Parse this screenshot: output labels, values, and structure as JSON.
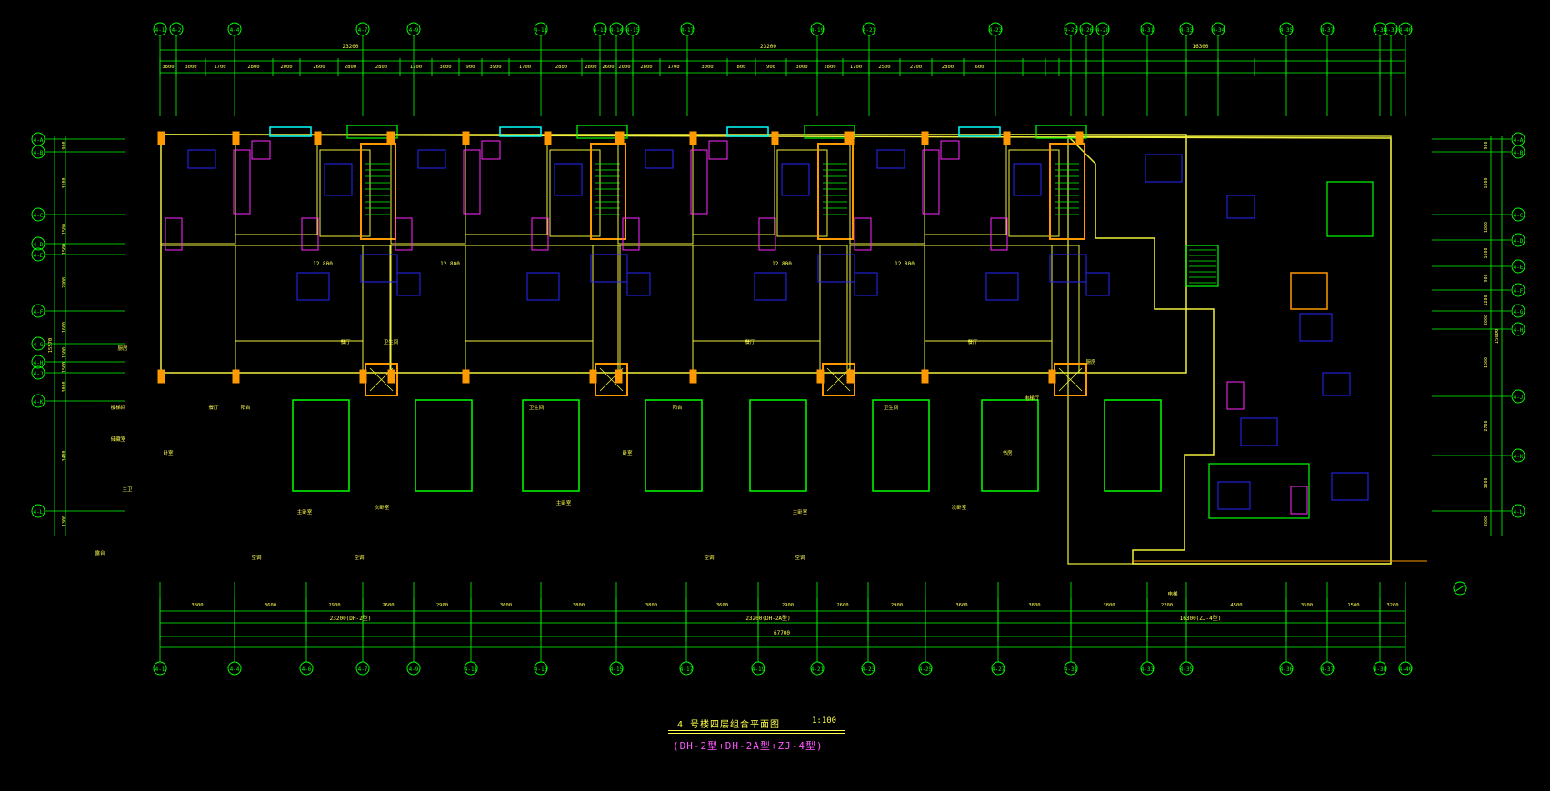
{
  "drawing": {
    "title": "4 号楼四层组合平面图",
    "scale": "1:100",
    "subtitle": "(DH-2型+DH-2A型+ZJ-4型)",
    "colors": {
      "background": "#000000",
      "axis": "#00ff00",
      "walls": "#f0f03c",
      "furniture": "#2828ff",
      "fixtures": "#ff28ff",
      "windows": "#00ffff",
      "columns": "#ff9900",
      "text": "#ffff4d"
    }
  },
  "axes": {
    "top_labels": [
      "4-1",
      "4-2",
      "4-4",
      "4-7",
      "4-9",
      "4-11",
      "4-13",
      "4-14",
      "4-15",
      "4-17",
      "4-19",
      "4-21",
      "4-23",
      "4-25",
      "4-26",
      "4-28",
      "4-31",
      "4-33",
      "4-34",
      "4-35",
      "4-37",
      "4-38",
      "4-39",
      "4-40"
    ],
    "bottom_labels": [
      "4-1",
      "4-4",
      "4-6",
      "4-7",
      "4-9",
      "4-11",
      "4-13",
      "4-15",
      "4-17",
      "4-19",
      "4-21",
      "4-23",
      "4-25",
      "4-27",
      "4-31",
      "4-33",
      "4-35",
      "4-36",
      "4-37",
      "4-38",
      "4-40"
    ],
    "left_labels": [
      "4-A",
      "4-B",
      "4-C",
      "4-D",
      "4-E",
      "4-F",
      "4-G",
      "4-H",
      "4-J",
      "4-K",
      "4-L"
    ],
    "right_labels": [
      "4-A",
      "4-B",
      "4-C",
      "4-D",
      "4-E",
      "4-F",
      "4-G",
      "4-H",
      "4-J",
      "4-K",
      "4-L"
    ],
    "top_overall": [
      "23200",
      "23200",
      "16300"
    ],
    "top_dims": [
      "3800",
      "3000",
      "1700",
      "2800",
      "2000",
      "2600",
      "2800",
      "2800",
      "1700",
      "3000",
      "900",
      "3900",
      "1700",
      "2800",
      "2800",
      "2600",
      "2000",
      "2800",
      "1700",
      "3000",
      "800",
      "900",
      "3000",
      "2800",
      "1700",
      "2500",
      "2700",
      "2800",
      "600"
    ],
    "bottom_dims": [
      "3800",
      "3600",
      "2900",
      "2600",
      "2900",
      "3600",
      "3800",
      "3800",
      "3600",
      "2900",
      "2600",
      "2900",
      "3600",
      "3800",
      "3800",
      "2200",
      "4500",
      "3500",
      "1500",
      "3200",
      "600"
    ],
    "bottom_segments": [
      "23200(DH-2型)",
      "23200(DH-2A型)",
      "16300(ZJ-4型)"
    ],
    "bottom_total": "67700",
    "left_dims": [
      "900",
      "3100",
      "1500",
      "1500",
      "2900",
      "1600",
      "1500",
      "1500",
      "3000",
      "3400",
      "1300"
    ],
    "left_total": "15570",
    "right_dims": [
      "900",
      "1800",
      "1800",
      "1600",
      "900",
      "1200",
      "2000",
      "1600",
      "2700",
      "3000",
      "2600",
      "800"
    ],
    "right_total": "15600"
  },
  "rooms": {
    "elevation_marks": [
      "12.800",
      "12.800",
      "12.800",
      "12.800"
    ],
    "labels": [
      "卧室",
      "餐厅",
      "客厅",
      "阳台",
      "厨房",
      "卫生间",
      "主卧室",
      "次卧室",
      "书房",
      "电梯厅",
      "楼梯间",
      "储藏室",
      "主卫",
      "露台",
      "空调",
      "电梯"
    ]
  }
}
